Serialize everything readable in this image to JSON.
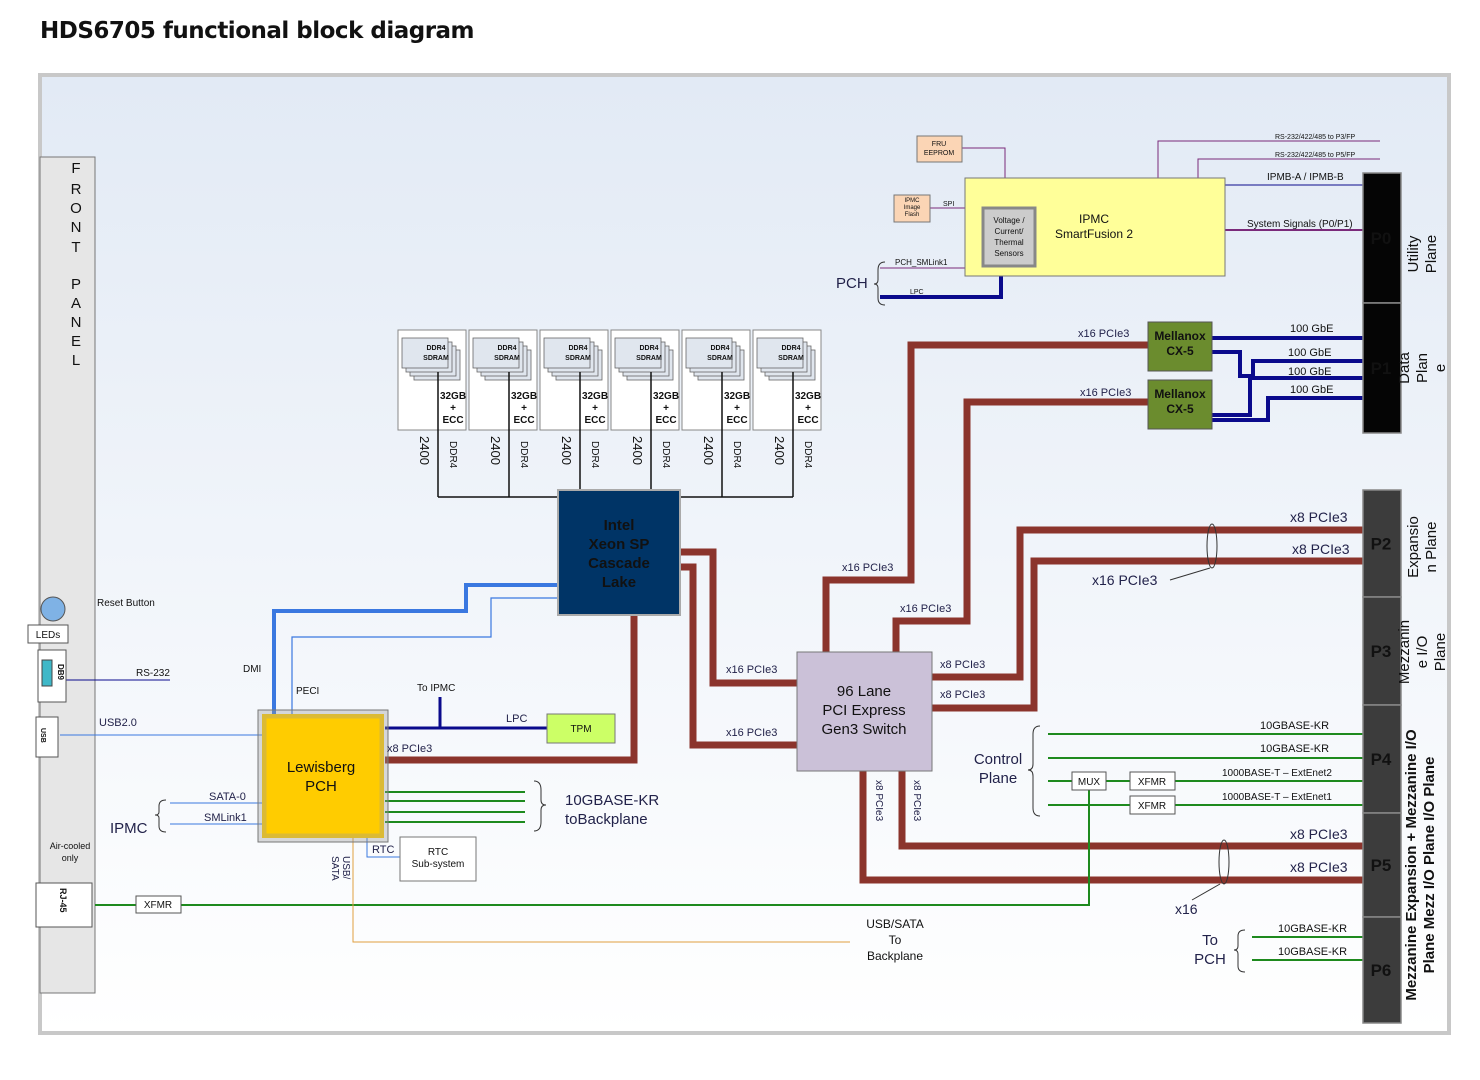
{
  "title": "HDS6705 functional block diagram",
  "front_panel": {
    "label": "FRONT PANEL",
    "reset_button": "Reset Button",
    "leds": "LEDs",
    "db9": "DB9",
    "usb": "USB",
    "rj45": "RJ-45",
    "air_cooled": "Air-cooled only"
  },
  "cpu": {
    "lines": [
      "Intel",
      "Xeon SP",
      "Cascade",
      "Lake"
    ]
  },
  "pch": {
    "lines": [
      "Lewisberg",
      "PCH"
    ]
  },
  "switch": {
    "lines": [
      "96 Lane",
      "PCI Express",
      "Gen3 Switch"
    ]
  },
  "ipmc": {
    "lines": [
      "IPMC",
      "SmartFusion 2"
    ],
    "sensors": [
      "Voltage /",
      "Current/",
      "Thermal",
      "Sensors"
    ]
  },
  "fru": [
    "FRU",
    "EEPROM"
  ],
  "ipmc_flash": [
    "IPMC",
    "Image",
    "Flash"
  ],
  "tpm": "TPM",
  "rtc": [
    "RTC",
    "Sub-system"
  ],
  "mellanox": [
    "Mellanox",
    "CX-5"
  ],
  "dimm": {
    "module": [
      "DDR4",
      "SDRAM"
    ],
    "capacity": [
      "32GB",
      "+",
      "ECC"
    ],
    "speed": "2400",
    "type": "DDR4"
  },
  "connectors": [
    "P0",
    "P1",
    "P2",
    "P3",
    "P4",
    "P5",
    "P6"
  ],
  "plane_labels": {
    "utility": [
      "Utility",
      "Plane"
    ],
    "data": [
      "Data",
      "Plan",
      "e"
    ],
    "expansion": [
      "Expansio",
      "n Plane"
    ],
    "mezz_io": [
      "Mezzanin",
      "e I/O",
      "Plane"
    ],
    "mezz_combo": [
      "Mezzanine Expansion + Mezzanine I/O",
      "Plane Mezz I/O Plane I/O Plane"
    ]
  },
  "labels": {
    "rs232_p3": "RS-232/422/485 to P3/FP",
    "rs232_p5": "RS-232/422/485 to P5/FP",
    "ipmb": "IPMB-A / IPMB-B",
    "system_signals": "System Signals (P0/P1)",
    "spi": "SPI",
    "pch_smlink": "PCH_SMLink1",
    "lpc": "LPC",
    "pch": "PCH",
    "x16_pcie3": "x16 PCIe3",
    "x8_pcie3": "x8 PCIe3",
    "gbe100": "100 GbE",
    "kr10g": "10GBASE-KR",
    "t1000_2": "1000BASE-T – ExtEnet2",
    "t1000_1": "1000BASE-T – ExtEnet1",
    "kr10g_to_backplane": [
      "10GBASE-KR",
      "toBackplane"
    ],
    "control_plane": [
      "Control",
      "Plane"
    ],
    "mux": "MUX",
    "xfmr": "XFMR",
    "x16": "x16",
    "to_pch": [
      "To",
      "PCH"
    ],
    "dmi": "DMI",
    "peci": "PECI",
    "to_ipmc": "To IPMC",
    "rs232": "RS-232",
    "usb20": "USB2.0",
    "sata0": "SATA-0",
    "smlink1": "SMLink1",
    "ipmc": "IPMC",
    "rtc_line": "RTC",
    "usb_sata": "USB/ SATA",
    "usb_sata_backplane": [
      "USB/SATA",
      "To",
      "Backplane"
    ]
  },
  "colors": {
    "pcie": "#8b342c",
    "blue_bus": "#3a78e0",
    "navy": "#0a0a8c",
    "green": "#1e8a1e",
    "purple": "#7a2a7a",
    "cpu_fill": "#003466",
    "pch_fill": "#ffcc00",
    "switch_fill": "#cbc1d8",
    "ipmc_fill": "#ffff99",
    "mellanox_fill": "#6b8c2e",
    "tpm_fill": "#ccff66",
    "connector_fill": "#3c3c3c"
  }
}
